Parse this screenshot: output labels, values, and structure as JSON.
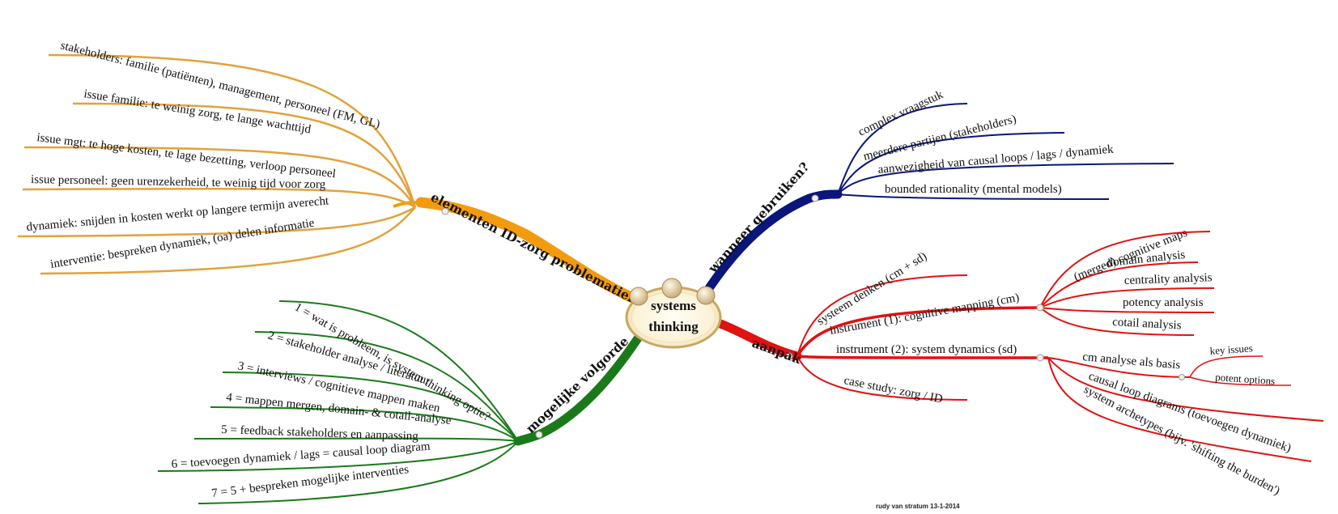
{
  "center": {
    "line1": "systems",
    "line2": "thinking"
  },
  "colors": {
    "orange": "#f39b0f",
    "orange_line": "#e2a23a",
    "blue": "#0a167a",
    "red": "#e01212",
    "green": "#1a7a1a"
  },
  "branches": {
    "elementen": {
      "label": "elementen ID-zorg problematiek",
      "items": [
        "stakeholders: familie (patiënten), management, personeel (FM, GL)",
        "issue familie: te weinig zorg, te lange wachttijd",
        "issue mgt: te hoge kosten, te lage bezetting, verloop personeel",
        "issue personeel: geen urenzekerheid, te weinig tijd voor zorg",
        "dynamiek: snijden in kosten werkt op langere termijn averecht",
        "interventie: bespreken dynamiek, (oa) delen informatie"
      ]
    },
    "wanneer": {
      "label": "wanneer gebruiken?",
      "items": [
        "complex vraagstuk",
        "meerdere partijen (stakeholders)",
        "aanwezigheid van causal loops / lags / dynamiek",
        "bounded rationality (mental models)"
      ]
    },
    "aanpak": {
      "label": "aanpak",
      "items": [
        "systeem denken (cm + sd)",
        "instrument (1): cognitive mapping (cm)",
        "instrument (2): system dynamics (sd)",
        "case study: zorg / ID"
      ],
      "cm_items": [
        "(merged) cognitive maps",
        "domain analysis",
        "centrality analysis",
        "potency analysis",
        "cotail analysis"
      ],
      "sd_items": [
        "cm analyse als basis",
        "causal loop diagrams (toevoegen dynamiek)",
        "system archetypes (bijv. 'shifting the burden')"
      ],
      "cm_basis_items": [
        "key issues",
        "potent options"
      ]
    },
    "volgorde": {
      "label": "mogelijke volgorde",
      "items": [
        "1 = wat is probleem, is system thinking optie?",
        "2 = stakeholder analyse / literatuur",
        "3 = interviews / cognitieve mappen maken",
        "4 = mappen mergen, domain- & cotail-analyse",
        "5 = feedback stakeholders en aanpassing",
        "6 = toevoegen dynamiek / lags = causal loop diagram",
        "7 = 5 + bespreken mogelijke interventies"
      ]
    }
  },
  "footer": "rudy van stratum 13-1-2014"
}
